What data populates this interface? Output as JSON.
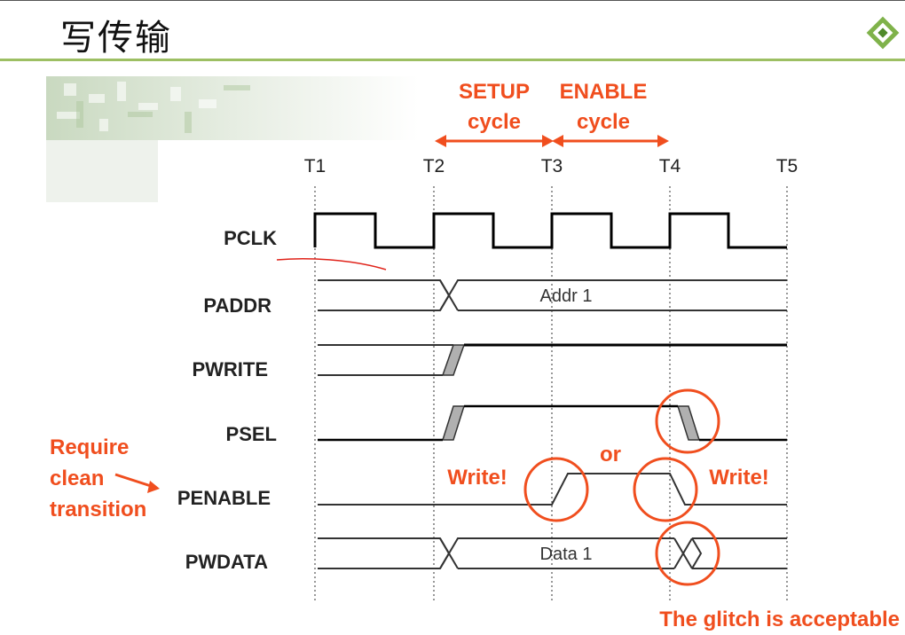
{
  "slide": {
    "title": "写传输"
  },
  "phases": {
    "setup_line1": "SETUP",
    "setup_line2": "cycle",
    "enable_line1": "ENABLE",
    "enable_line2": "cycle"
  },
  "time_labels": [
    "T1",
    "T2",
    "T3",
    "T4",
    "T5"
  ],
  "signals": [
    "PCLK",
    "PADDR",
    "PWRITE",
    "PSEL",
    "PENABLE",
    "PWDATA"
  ],
  "bus_values": {
    "paddr": "Addr 1",
    "pwdata": "Data 1"
  },
  "annotations": {
    "require_1": "Require",
    "require_2": "clean",
    "require_3": "transition",
    "write_left": "Write!",
    "or": "or",
    "write_right": "Write!",
    "glitch": "The glitch is acceptable"
  },
  "colors": {
    "accent": "#f04e1e",
    "title_rule": "#9dbf63",
    "transition_fill": "#b0b0b0"
  }
}
